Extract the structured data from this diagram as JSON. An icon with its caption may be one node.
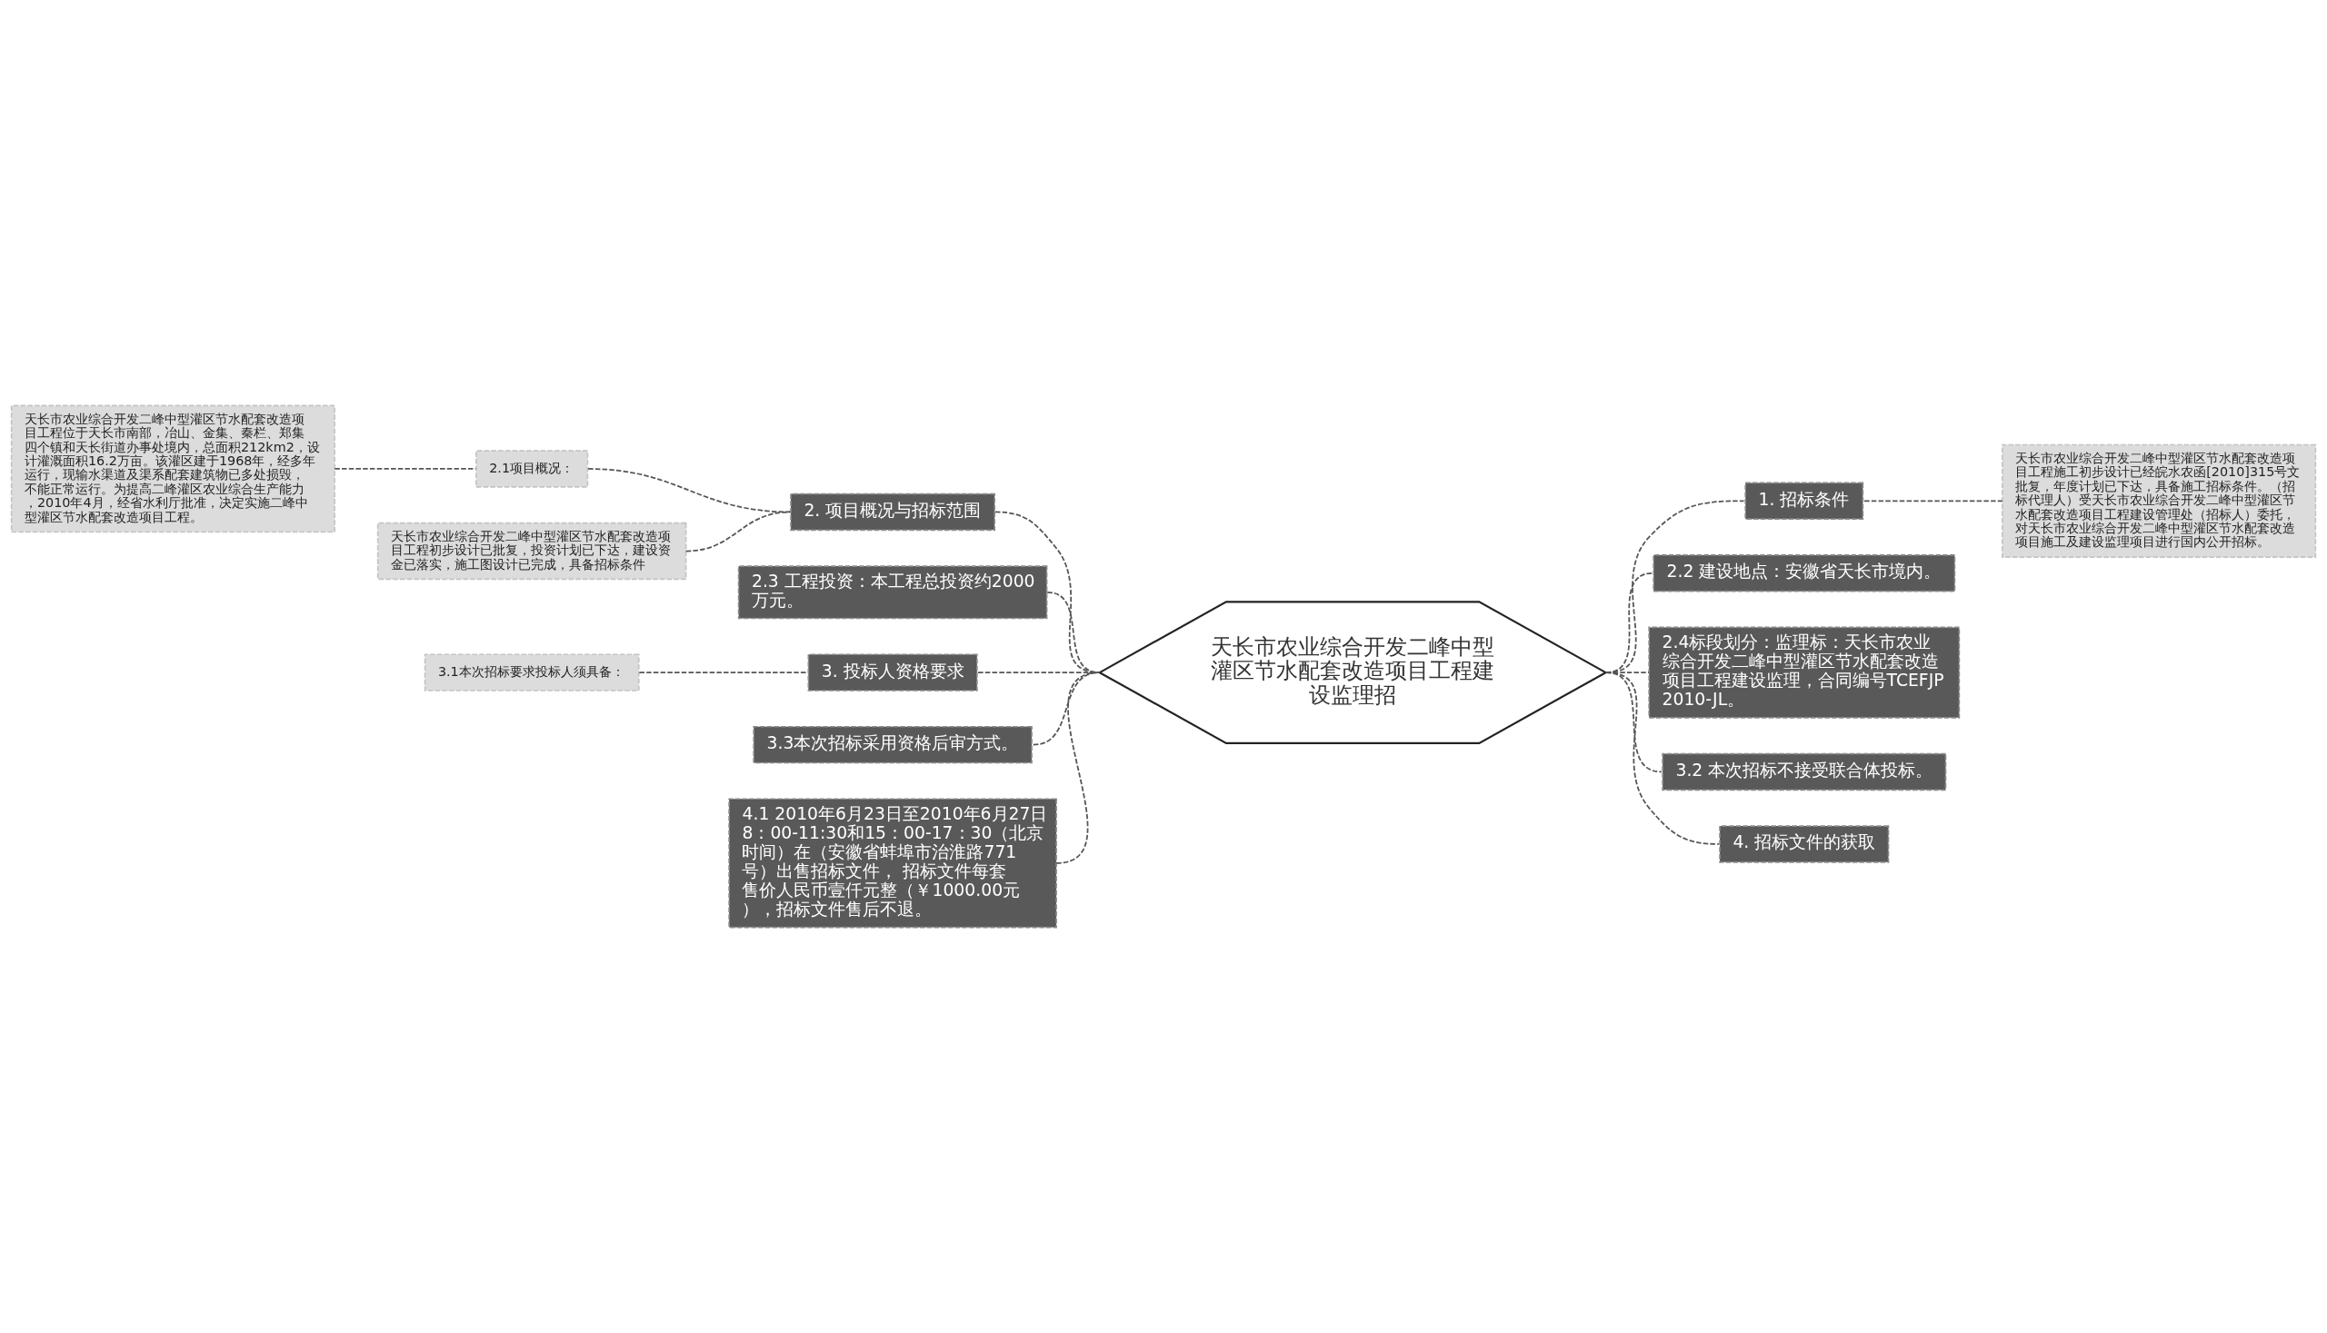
{
  "diagram": {
    "nodes": [
      {
        "text": [
          "天长市农业综合开发二峰中型灌区节水配套改造项目工程建设监理招"
        ]
      },
      {
        "text": [
          "2. 项目概况与招标范围"
        ]
      },
      {
        "text": [
          "2.1项目概况："
        ]
      },
      {
        "text": [
          "天长市农业综合开发二峰中型灌区节水配套改造项目工程位于天长市南部，冶山、金集、秦栏、郑集四个镇和天长街道办事处境内，总面积212km2，设计灌溉面积16.2万亩。该灌区建于1968年，经多年运行，现输水渠道及渠系配套建筑物已多处损毁，不能正常运行。为提高二峰灌区农业综合生产能力，2010年4月，经省水利厅批准，决定实施二峰中型灌区节水配套改造项目工程。"
        ]
      },
      {
        "text": [
          "天长市农业综合开发二峰中型灌区节水配套改造项目工程初步设计已批复，投资计划已下达，建设资金已落实，施工图设计已完成，具备招标条件"
        ]
      },
      {
        "text": [
          "2.3 工程投资：本工程总投资约2000万元。"
        ]
      },
      {
        "text": [
          "3. 投标人资格要求"
        ]
      },
      {
        "text": [
          "3.1本次招标要求投标人须具备："
        ]
      },
      {
        "text": [
          "3.3本次招标采用资格后审方式。"
        ]
      },
      {
        "text": [
          "4.1 2010年6月23日至2010年6月27日8：00-11:30和15：00-17：30（北京时间）在（安徽省蚌埠市治淮路771号）出售招标文件， 招标文件每套售价人民币壹仟元整（￥1000.00元），招标文件售后不退。"
        ]
      },
      {
        "text": [
          "1. 招标条件"
        ]
      },
      {
        "text": [
          "天长市农业综合开发二峰中型灌区节水配套改造项目工程施工初步设计已经皖水农函[2010]315号文批复，年度计划已下达，具备施工招标条件。（招标代理人）受天长市农业综合开发二峰中型灌区节水配套改造项目工程建设管理处（招标人）委托，对天长市农业综合开发二峰中型灌区节水配套改造项目施工及建设监理项目进行国内公开招标。"
        ]
      },
      {
        "text": [
          "2.2 建设地点：安徽省天长市境内。"
        ]
      },
      {
        "text": [
          "2.4标段划分：监理标：天长市农业综合开发二峰中型灌区节水配套改造项目工程建设监理，合同编号TCEFJP2010-JL。"
        ]
      },
      {
        "text": [
          "3.2 本次招标不接受联合体投标。"
        ]
      },
      {
        "text": [
          "4. 招标文件的获取"
        ]
      }
    ],
    "edges": [
      {
        "from": 3,
        "to": 2,
        "arrow": "none",
        "style": "dashed"
      },
      {
        "from": 2,
        "to": 1,
        "arrow": "none",
        "style": "dashed"
      },
      {
        "from": 4,
        "to": 1,
        "arrow": "none",
        "style": "dashed"
      },
      {
        "from": 1,
        "to": 0,
        "arrow": "none",
        "style": "dashed"
      },
      {
        "from": 5,
        "to": 0,
        "arrow": "none",
        "style": "dashed"
      },
      {
        "from": 7,
        "to": 6,
        "arrow": "none",
        "style": "dashed"
      },
      {
        "from": 6,
        "to": 0,
        "arrow": "none",
        "style": "dashed"
      },
      {
        "from": 8,
        "to": 0,
        "arrow": "none",
        "style": "dashed"
      },
      {
        "from": 9,
        "to": 0,
        "arrow": "none",
        "style": "dashed"
      },
      {
        "from": 0,
        "to": 10,
        "arrow": "none",
        "style": "dashed"
      },
      {
        "from": 10,
        "to": 11,
        "arrow": "none",
        "style": "dashed"
      },
      {
        "from": 0,
        "to": 12,
        "arrow": "none",
        "style": "dashed"
      },
      {
        "from": 0,
        "to": 13,
        "arrow": "none",
        "style": "dashed"
      },
      {
        "from": 0,
        "to": 14,
        "arrow": "none",
        "style": "dashed"
      },
      {
        "from": 0,
        "to": 15,
        "arrow": "none",
        "style": "dashed"
      }
    ]
  }
}
